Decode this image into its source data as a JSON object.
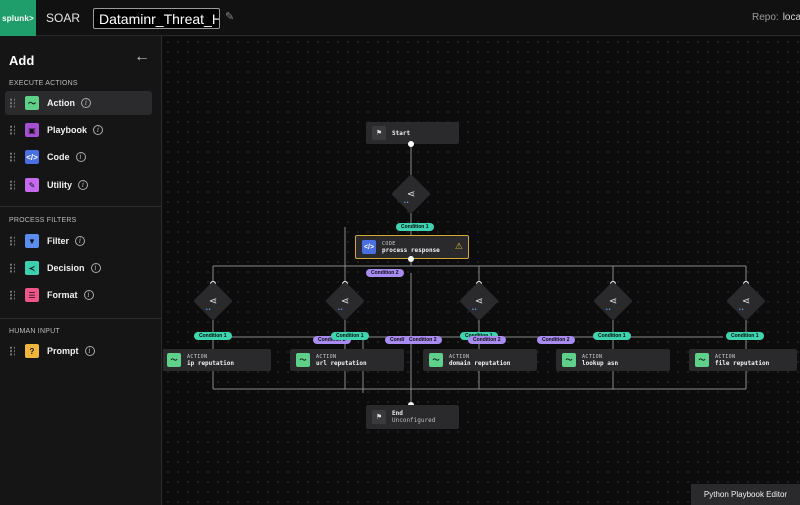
{
  "header": {
    "logo_text": "splunk>",
    "app_name": "SOAR",
    "playbook_title": "Dataminr_Threat_Hu",
    "repo_label": "Repo:",
    "repo_value": "local"
  },
  "sidebar": {
    "title": "Add",
    "sections": [
      {
        "label": "EXECUTE ACTIONS",
        "items": [
          {
            "label": "Action",
            "color": "#5fd08a"
          },
          {
            "label": "Playbook",
            "color": "#a34fd0"
          },
          {
            "label": "Code",
            "color": "#4a6fe3"
          },
          {
            "label": "Utility",
            "color": "#c56af0"
          }
        ]
      },
      {
        "label": "PROCESS FILTERS",
        "items": [
          {
            "label": "Filter",
            "color": "#5b8cf0"
          },
          {
            "label": "Decision",
            "color": "#3ccfb0"
          },
          {
            "label": "Format",
            "color": "#f0558a"
          }
        ]
      },
      {
        "label": "HUMAN INPUT",
        "items": [
          {
            "label": "Prompt",
            "color": "#f0b63a"
          }
        ]
      }
    ]
  },
  "canvas": {
    "start": {
      "label": "Start"
    },
    "code_node": {
      "type": "CODE",
      "name": "process response"
    },
    "actions": [
      {
        "type": "ACTION",
        "name": "ip reputation"
      },
      {
        "type": "ACTION",
        "name": "url reputation"
      },
      {
        "type": "ACTION",
        "name": "domain reputation"
      },
      {
        "type": "ACTION",
        "name": "lookup asn"
      },
      {
        "type": "ACTION",
        "name": "file reputation"
      }
    ],
    "end": {
      "label": "End",
      "sub": "Unconfigured"
    },
    "conditions": {
      "top_green": "Condition 1",
      "top_purple": "Condition 2",
      "row_green": [
        "Condition 1",
        "Condition 1",
        "Condition 1",
        "Condition 1",
        "Condition 1"
      ],
      "row_purple": [
        "Condition 2",
        "Conditi",
        "Condition 2",
        "Condition 2",
        "Condition 2"
      ]
    }
  },
  "footer": {
    "label": "Python Playbook Editor"
  }
}
